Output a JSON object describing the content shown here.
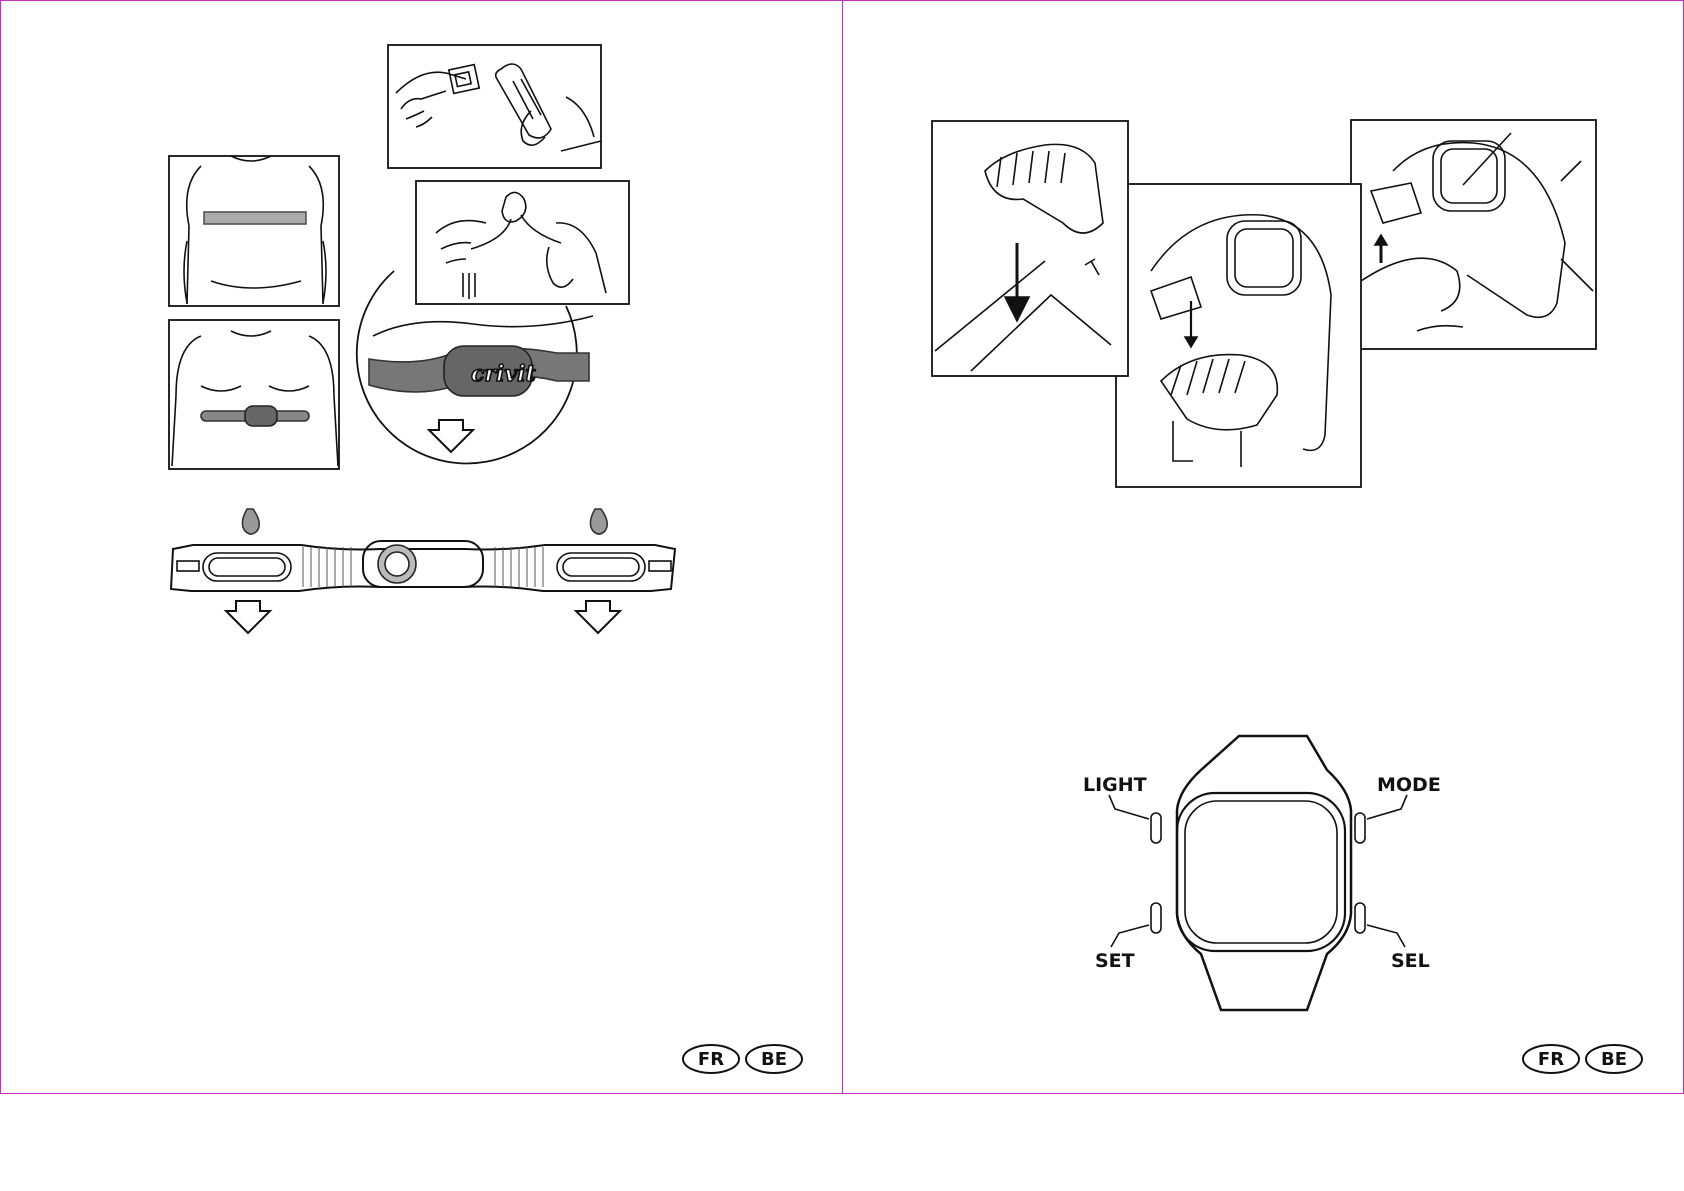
{
  "left_page": {
    "brand_logo": "crivit",
    "language_badges": [
      "FR",
      "BE"
    ]
  },
  "right_page": {
    "watch_buttons": {
      "light": "LIGHT",
      "mode": "MODE",
      "set": "SET",
      "sel": "SEL"
    },
    "language_badges": [
      "FR",
      "BE"
    ]
  }
}
